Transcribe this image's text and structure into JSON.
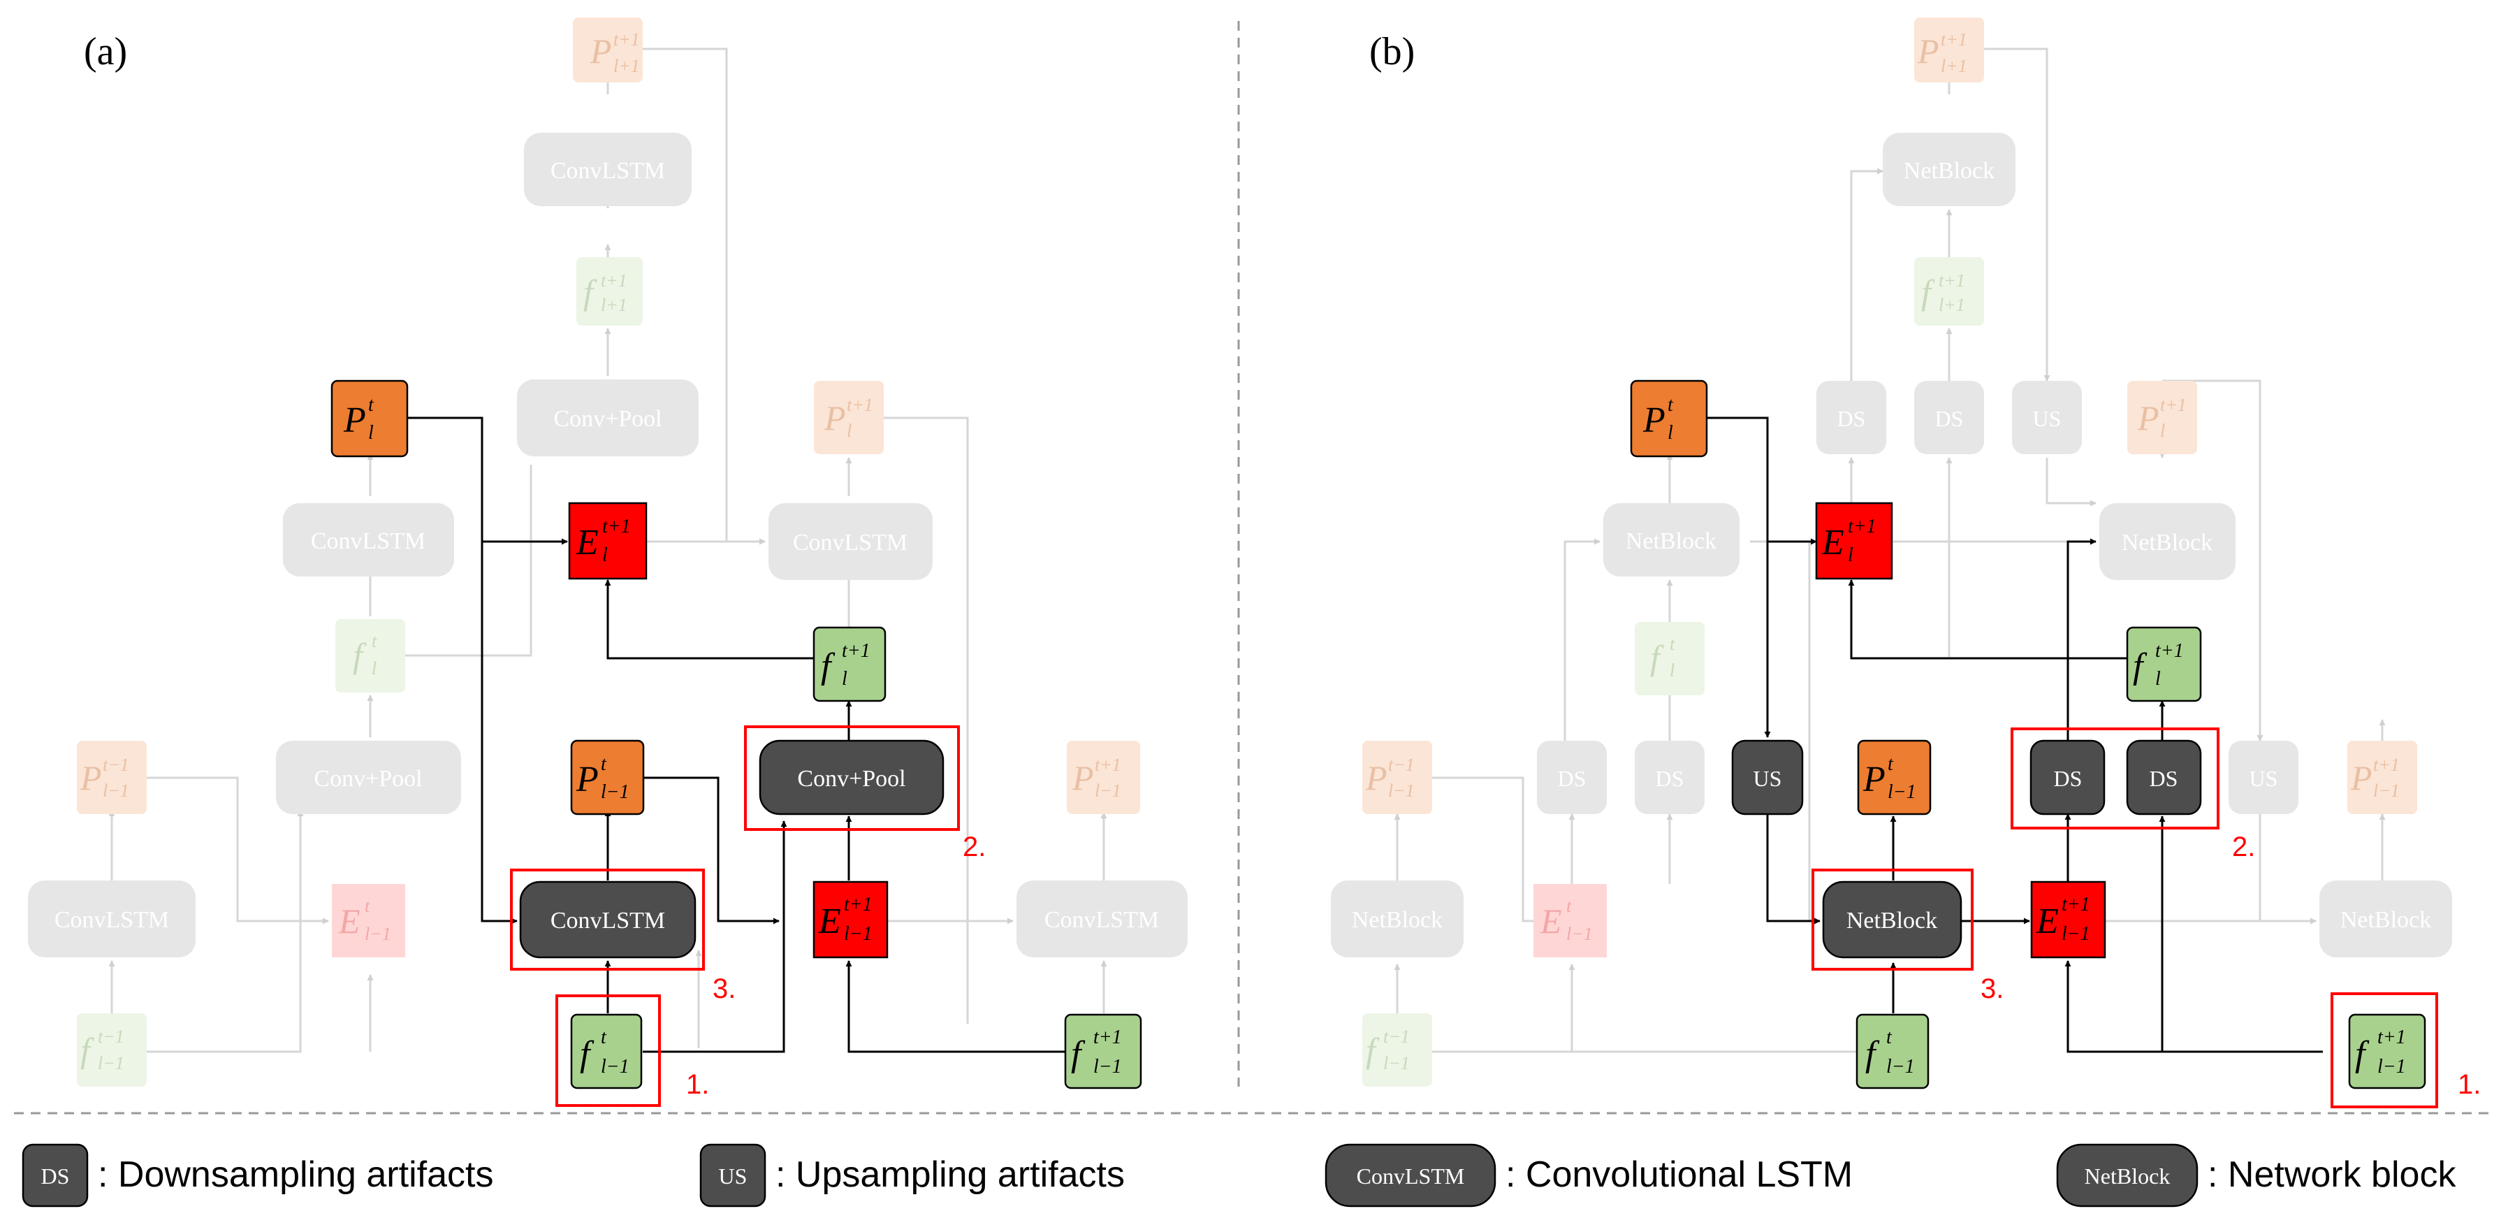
{
  "panels": {
    "a": {
      "label": "(a)"
    },
    "b": {
      "label": "(b)"
    }
  },
  "labels": {
    "convlstm": "ConvLSTM",
    "convpool": "Conv+Pool",
    "netblock": "NetBlock",
    "ds": "DS",
    "us": "US"
  },
  "vars": {
    "P": "P",
    "E": "E",
    "f": "f"
  },
  "subs": {
    "l": "l",
    "lp1": "l+1",
    "lm1": "l−1",
    "t": "t",
    "tp1": "t+1",
    "tm1": "t−1"
  },
  "steps": {
    "one": "1.",
    "two": "2.",
    "three": "3."
  },
  "legend": {
    "ds_key": "DS",
    "ds_desc": ": Downsampling artifacts",
    "us_key": "US",
    "us_desc": ": Upsampling artifacts",
    "conv_key": "ConvLSTM",
    "conv_desc": ": Convolutional LSTM",
    "net_key": "NetBlock",
    "net_desc": ": Network block"
  },
  "colors": {
    "orange": "#ed7d31",
    "red": "#ff0000",
    "green": "#a9d18e",
    "dark": "#4d4d4d",
    "faded_gray": "#e6e6e6",
    "faded_orange": "#fbe5d6",
    "faded_green": "#ecf5e6",
    "faded_red": "#ffd6d6"
  }
}
